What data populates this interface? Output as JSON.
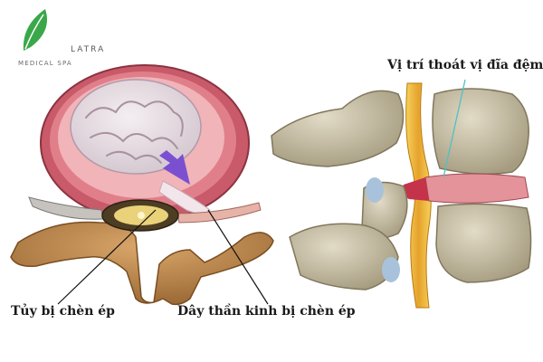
{
  "logo": {
    "name": "LATRA",
    "tagline": "MEDICAL SPA",
    "brand_color": "#3aa84a"
  },
  "labels": {
    "spinal_cord": "Tủy bị chèn ép",
    "nerve": "Dây thần kinh bị chèn ép",
    "herniation_site": "Vị trí thoát vị đĩa đệm"
  },
  "colors": {
    "disc_ring": "#d9737e",
    "nucleus": "#e6dde3",
    "herniation_arrow": "#7a4fd0",
    "bone": "#c9c0a4",
    "spinal_nerve": "#e8b23a",
    "leader_line_right": "#4fc1c6"
  }
}
